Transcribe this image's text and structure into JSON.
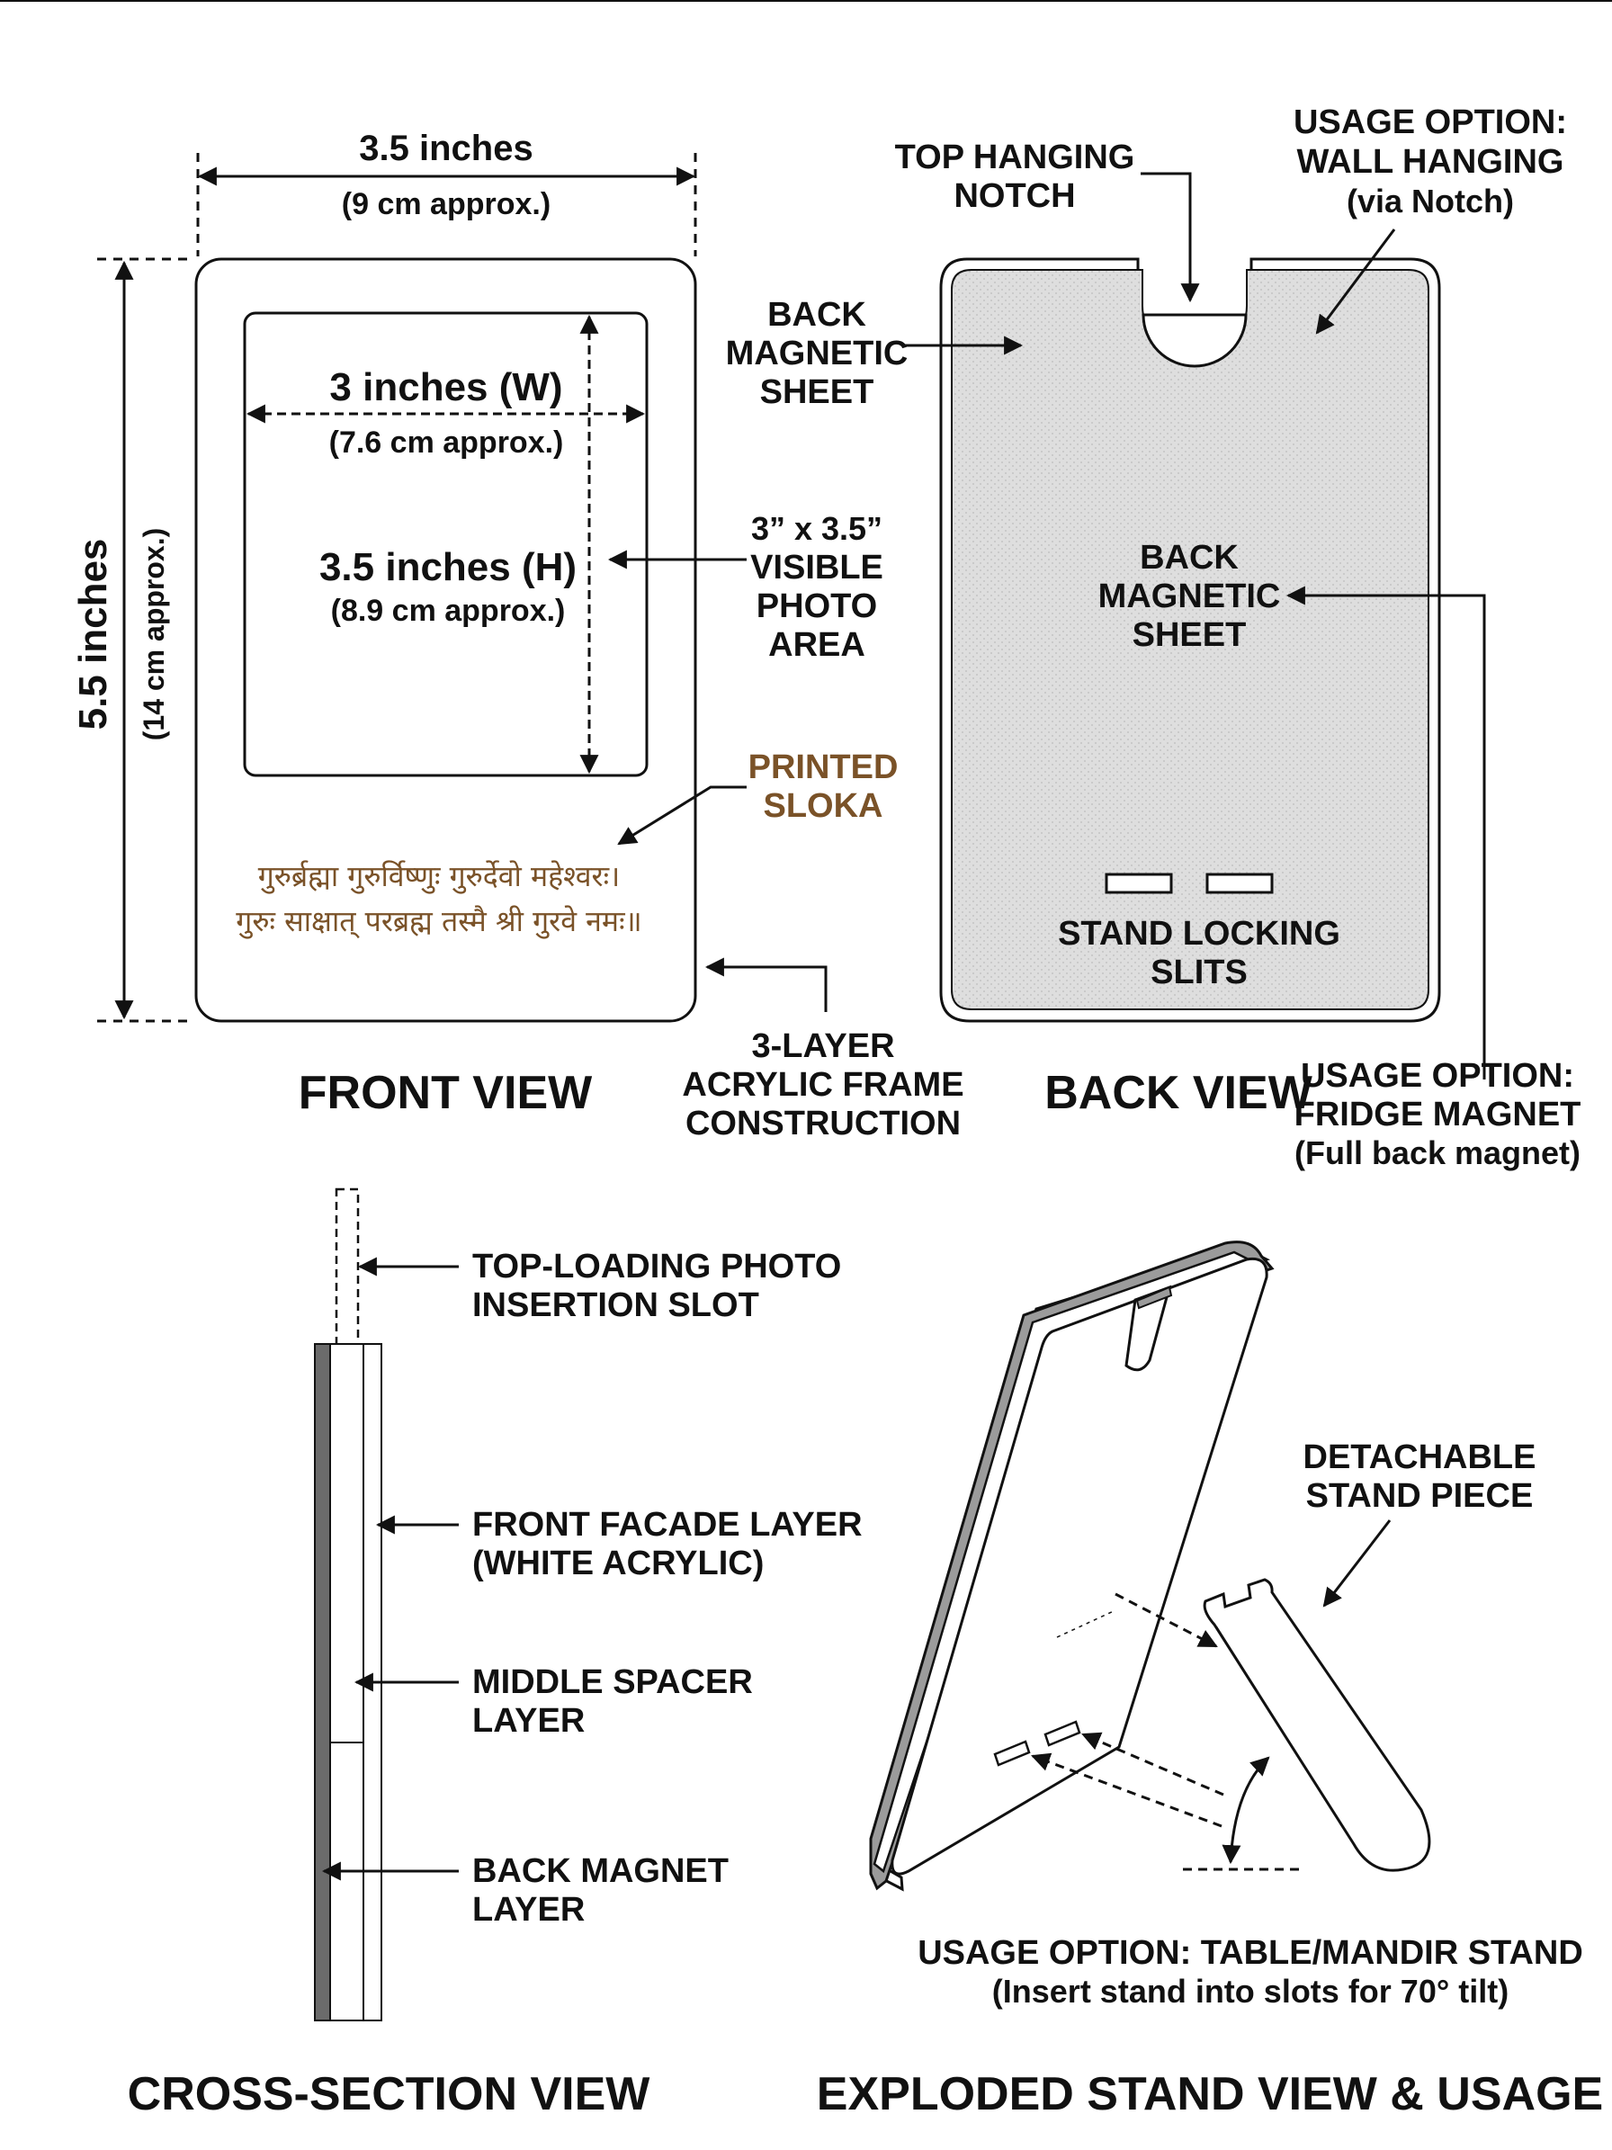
{
  "colors": {
    "ink": "#111111",
    "accent_brown": "#7a5228",
    "magnet_fill": "#dcdcdc",
    "layer_gray": "#6b6b6b"
  },
  "front_view": {
    "caption": "FRONT VIEW",
    "width_dim": {
      "main": "3.5 inches",
      "sub": "(9 cm approx.)"
    },
    "height_dim": {
      "main": "5.5 inches",
      "sub": "(14 cm approx.)"
    },
    "photo_width_dim": {
      "main": "3 inches (W)",
      "sub": "(7.6 cm approx.)"
    },
    "photo_height_dim": {
      "main": "3.5 inches (H)",
      "sub": "(8.9 cm approx.)"
    },
    "photo_area_label": [
      "3” x 3.5”",
      "VISIBLE",
      "PHOTO",
      "AREA"
    ],
    "sloka_label": [
      "PRINTED",
      "SLOKA"
    ],
    "sloka_lines": [
      "गुरुर्ब्रह्मा गुरुर्विष्णुः गुरुर्देवो महेश्वरः।",
      "गुरुः साक्षात् परब्रह्म तस्मै श्री गुरवे नमः॥"
    ],
    "construction_label": [
      "3-LAYER",
      "ACRYLIC FRAME",
      "CONSTRUCTION"
    ]
  },
  "back_view": {
    "caption": "BACK VIEW",
    "notch_label": [
      "TOP HANGING",
      "NOTCH"
    ],
    "wall_hanging_label": [
      "USAGE OPTION:",
      "WALL HANGING",
      "(via Notch)"
    ],
    "back_sheet_left_label": [
      "BACK",
      "MAGNETIC",
      "SHEET"
    ],
    "back_sheet_center_label": [
      "BACK",
      "MAGNETIC",
      "SHEET"
    ],
    "slits_label": [
      "STAND LOCKING",
      "SLITS"
    ],
    "fridge_label": [
      "USAGE OPTION:",
      "FRIDGE MAGNET",
      "(Full back magnet)"
    ]
  },
  "cross_section": {
    "caption": "CROSS-SECTION VIEW",
    "slot_label": [
      "TOP-LOADING PHOTO",
      "INSERTION SLOT"
    ],
    "front_label": [
      "FRONT FACADE LAYER",
      "(WHITE ACRYLIC)"
    ],
    "middle_label": [
      "MIDDLE SPACER",
      "LAYER"
    ],
    "magnet_label": [
      "BACK MAGNET",
      "LAYER"
    ]
  },
  "exploded": {
    "caption": "EXPLODED STAND VIEW & USAGE",
    "stand_label": [
      "DETACHABLE",
      "STAND PIECE"
    ],
    "usage_label": [
      "USAGE OPTION: TABLE/MANDIR STAND",
      "(Insert stand into slots for 70° tilt)"
    ]
  }
}
